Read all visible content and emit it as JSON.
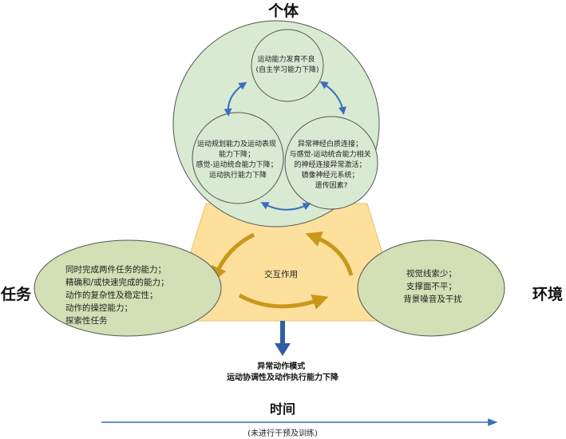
{
  "individual": {
    "title": "个体",
    "top_circle": [
      "运动能力发育不良",
      "(自主学习能力下降)"
    ],
    "left_circle": [
      "运动规划能力及运动表现",
      "能力下降；",
      "感觉-运动统合能力下降；",
      "运动执行能力下降"
    ],
    "right_circle": [
      "异常神经白质连接；",
      "与感觉-运动统合能力相关",
      "的神经连接异常激活；",
      "镜像神经元系统；",
      "遗传因素?"
    ]
  },
  "task": {
    "title": "任务",
    "items": [
      "同时完成两件任务的能力；",
      "精确和/或快速完成的能力；",
      "动作的复杂性及稳定性；",
      "动作的操控能力；",
      "探索性任务"
    ]
  },
  "environment": {
    "title": "环境",
    "items": [
      "视觉线索少；",
      "支撑面不平；",
      "背景噪音及干扰"
    ]
  },
  "interaction": {
    "label": "交互作用"
  },
  "outcome": {
    "lines": [
      "异常动作模式",
      "运动协调性及动作执行能力下降"
    ]
  },
  "time": {
    "title": "时间",
    "note": "(未进行干预及训练)"
  },
  "colors": {
    "circle_fill": "#d8ead2",
    "ellipse_fill": "#d3dfb4",
    "triangle_fill": "#fde09c",
    "blue_arrow": "#3a6fbf",
    "gold_arrow": "#c9971a",
    "outline": "#555555"
  }
}
